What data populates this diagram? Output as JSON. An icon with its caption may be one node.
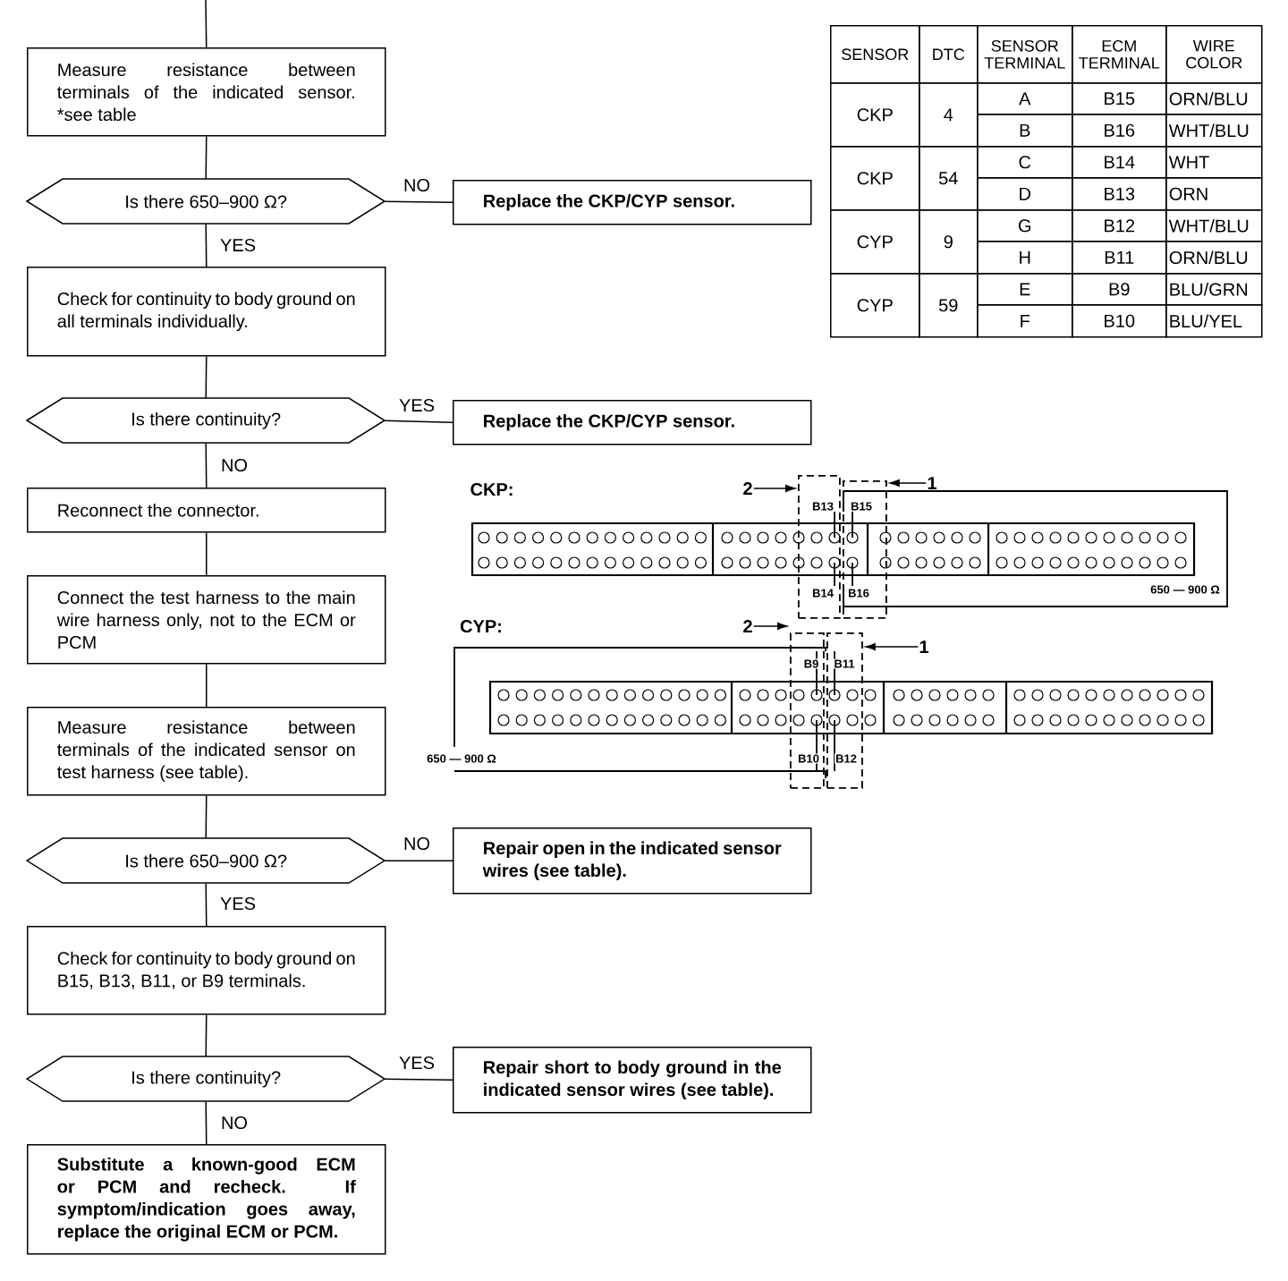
{
  "diagram": {
    "nodes": [
      {
        "text": [
          "Measure resistance between terminals of the indicated sensor. *see table"
        ]
      },
      {
        "text": [
          "Is there 650–900 Ω?"
        ]
      },
      {
        "text": [
          "Replace the CKP/CYP sensor."
        ]
      },
      {
        "text": [
          "Check for continuity to body ground on all terminals individually."
        ]
      },
      {
        "text": [
          "Is there continuity?"
        ]
      },
      {
        "text": [
          "Replace the CKP/CYP sensor."
        ]
      },
      {
        "text": [
          "Reconnect the connector."
        ]
      },
      {
        "text": [
          "Connect the test harness to the main wire harness only, not to the ECM or PCM"
        ]
      },
      {
        "text": [
          "Measure resistance between terminals of the indicated sensor on test harness (see table)."
        ]
      },
      {
        "text": [
          "Is there 650–900 Ω?"
        ]
      },
      {
        "text": [
          "Repair open in the indicated sensor wires (see table)."
        ]
      },
      {
        "text": [
          "Check for continuity to body ground on B15, B13, B11, or B9 terminals."
        ]
      },
      {
        "text": [
          "Is there continuity?"
        ]
      },
      {
        "text": [
          "Repair short to body ground in the indicated sensor wires (see table)."
        ]
      },
      {
        "text": [
          "Substitute a known-good ECM or PCM and recheck. If symptom/indication goes away, replace the original ECM or PCM."
        ]
      },
      {
        "text": [
          "2"
        ]
      },
      {
        "text": [],
        "shape": "box"
      },
      {
        "text": [
          "1"
        ]
      },
      {
        "text": [],
        "shape": "box"
      },
      {
        "text": [
          "2"
        ]
      },
      {
        "text": [],
        "shape": "box"
      },
      {
        "text": [
          "1"
        ]
      },
      {
        "text": [],
        "shape": "box"
      }
    ],
    "edges": [
      {
        "from": null,
        "to": 0,
        "arrow": "none"
      },
      {
        "from": 0,
        "to": 1,
        "arrow": "none"
      },
      {
        "from": 1,
        "to": 2,
        "arrow": "none",
        "label": "NO"
      },
      {
        "from": 1,
        "to": 3,
        "arrow": "none",
        "label": "YES"
      },
      {
        "from": 3,
        "to": 4,
        "arrow": "none"
      },
      {
        "from": 4,
        "to": 5,
        "arrow": "none",
        "label": "YES"
      },
      {
        "from": 4,
        "to": 6,
        "arrow": "none",
        "label": "NO"
      },
      {
        "from": 6,
        "to": 7,
        "arrow": "none"
      },
      {
        "from": 7,
        "to": 8,
        "arrow": "none"
      },
      {
        "from": 8,
        "to": 9,
        "arrow": "none"
      },
      {
        "from": 9,
        "to": 10,
        "arrow": "none",
        "label": "NO"
      },
      {
        "from": 9,
        "to": 11,
        "arrow": "none",
        "label": "YES"
      },
      {
        "from": 11,
        "to": 12,
        "arrow": "none"
      },
      {
        "from": 12,
        "to": 13,
        "arrow": "none",
        "label": "YES"
      },
      {
        "from": 12,
        "to": 14,
        "arrow": "none",
        "label": "NO"
      },
      {
        "from": 15,
        "to": 16,
        "arrow": "to"
      },
      {
        "from": 17,
        "to": 18,
        "arrow": "to"
      },
      {
        "from": 19,
        "to": 20,
        "arrow": "to"
      },
      {
        "from": 21,
        "to": 22,
        "arrow": "to"
      }
    ],
    "labels": [
      "SENSOR",
      "DTC",
      "SENSOR TERMINAL",
      "ECM TERMINAL",
      "WIRE COLOR",
      "CKP",
      "4",
      "A",
      "B15",
      "ORN/BLU",
      "B",
      "B16",
      "WHT/BLU",
      "CKP",
      "54",
      "C",
      "B14",
      "WHT",
      "D",
      "B13",
      "ORN",
      "CYP",
      "9",
      "G",
      "B12",
      "WHT/BLU",
      "H",
      "B11",
      "ORN/BLU",
      "CYP",
      "59",
      "E",
      "B9",
      "BLU/GRN",
      "F",
      "B10",
      "BLU/YEL",
      "CKP:",
      "B13",
      "B15",
      "B14",
      "B16",
      "650 — 900 Ω",
      "CYP:",
      "B9",
      "B11",
      "650 — 900 Ω",
      "B10",
      "B12"
    ]
  }
}
